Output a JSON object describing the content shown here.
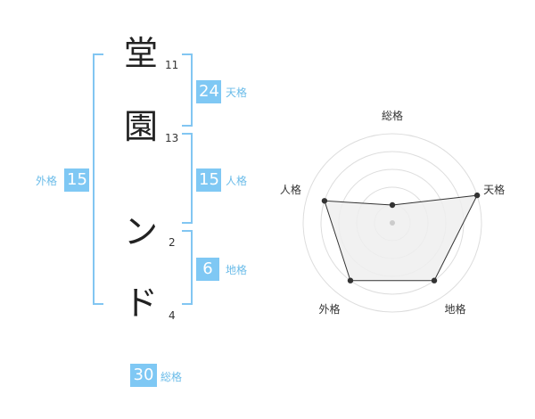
{
  "characters": [
    {
      "char": "堂",
      "strokes": "11"
    },
    {
      "char": "園",
      "strokes": "13"
    },
    {
      "char": "ン",
      "strokes": "2"
    },
    {
      "char": "ド",
      "strokes": "4"
    }
  ],
  "fortunes": {
    "tenkaku": {
      "label": "天格",
      "value": "24"
    },
    "jinkaku": {
      "label": "人格",
      "value": "15"
    },
    "chikaku": {
      "label": "地格",
      "value": "6"
    },
    "gaikaku": {
      "label": "外格",
      "value": "15"
    },
    "soukaku": {
      "label": "総格",
      "value": "30"
    }
  },
  "chart_data": {
    "type": "radar",
    "axes": [
      "総格",
      "天格",
      "地格",
      "外格",
      "人格"
    ],
    "values": [
      1,
      5,
      4,
      4,
      4
    ],
    "rmax": 5,
    "grid_rings": 5,
    "colors": {
      "fill": "#eeeeee",
      "line": "#333333",
      "grid": "#dddddd",
      "point": "#333333"
    }
  }
}
